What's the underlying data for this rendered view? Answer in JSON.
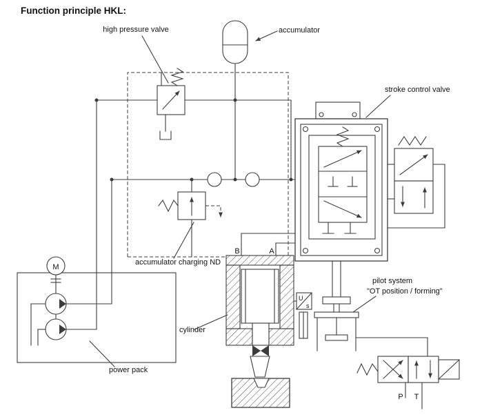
{
  "title": "Function principle HKL:",
  "labels": {
    "high_pressure_valve": "high pressure valve",
    "accumulator": "accumulator",
    "stroke_control_valve": "stroke control valve",
    "accumulator_charging_nd": "accumulator charging ND",
    "cylinder": "cylinder",
    "power_pack": "power pack",
    "pilot_system_line1": "pilot system",
    "pilot_system_line2": "\"OT position / forming\"",
    "port_b": "B",
    "port_a": "A",
    "port_p": "P",
    "port_t": "T",
    "motor": "M",
    "sensor_u": "U",
    "sensor_s": "s"
  },
  "colors": {
    "line": "#3c3c3c",
    "text": "#111111",
    "background": "#ffffff"
  }
}
